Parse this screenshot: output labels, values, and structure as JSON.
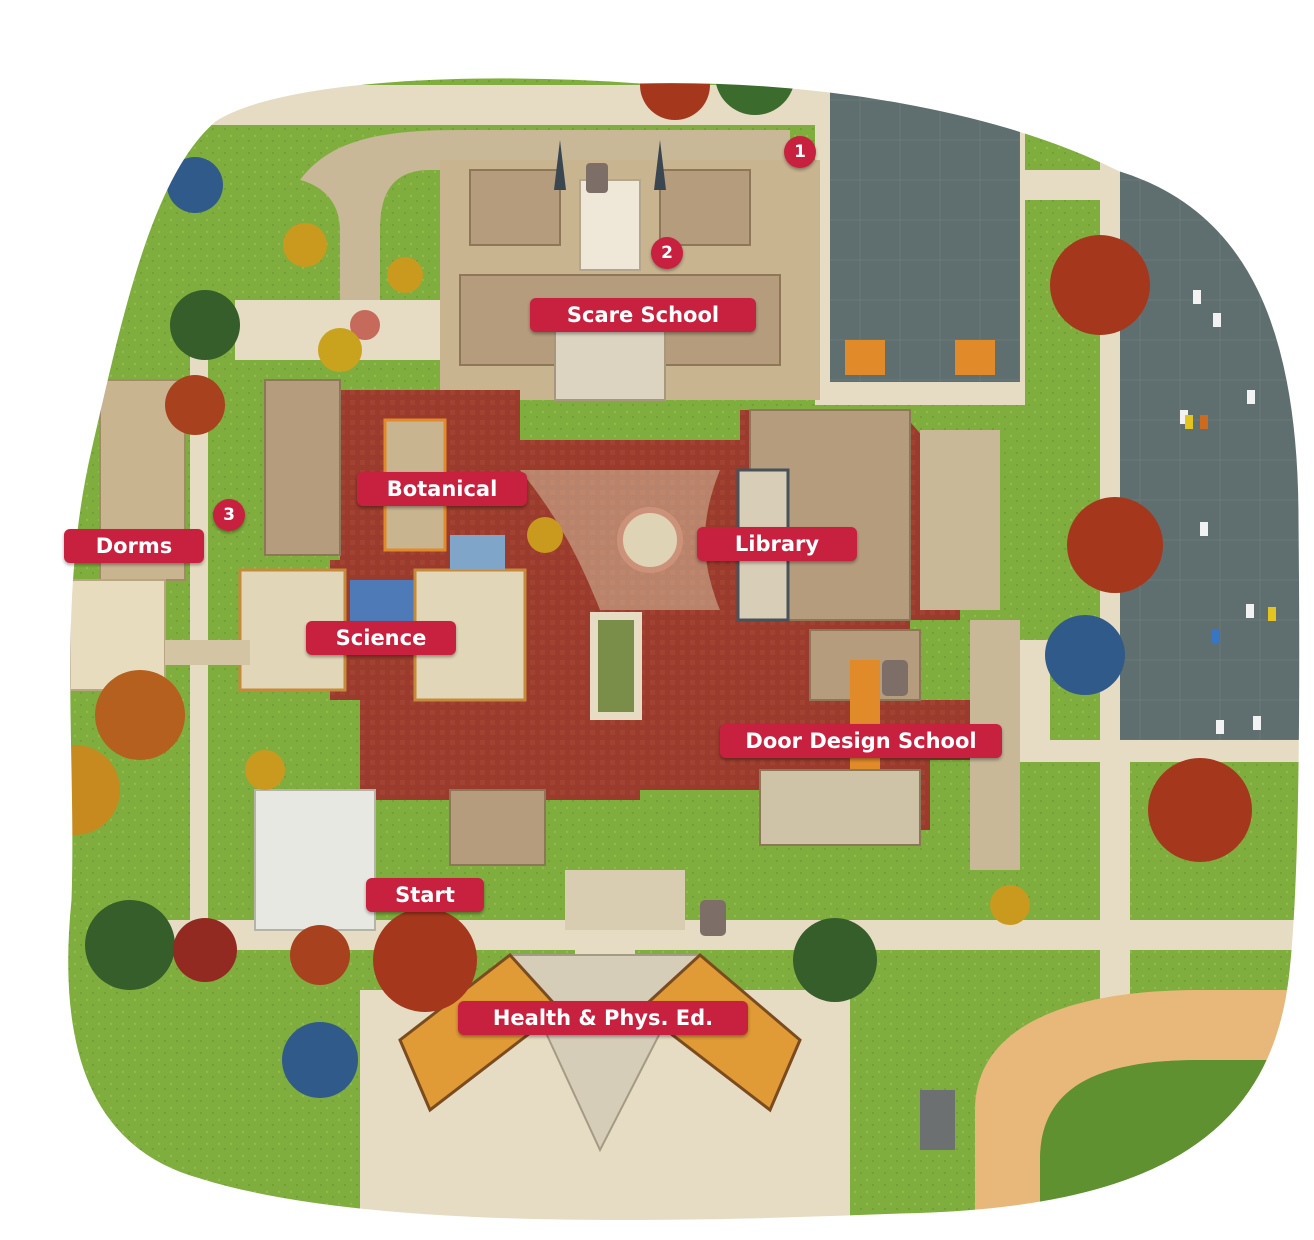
{
  "colors": {
    "accent": "#c8213f",
    "grass": "#7fae3e",
    "grass_dark": "#5f9130",
    "pavement": "#e6dcc3",
    "brick": "#9a3b2d",
    "roof": "#b59c7c",
    "parking": "#5c6b6b"
  },
  "labels": {
    "scare_school": "Scare School",
    "botanical": "Botanical",
    "library": "Library",
    "dorms": "Dorms",
    "science": "Science",
    "door_design_school": "Door Design School",
    "start": "Start",
    "health_phys_ed": "Health & Phys. Ed."
  },
  "markers": {
    "m1": "1",
    "m2": "2",
    "m3": "3"
  }
}
